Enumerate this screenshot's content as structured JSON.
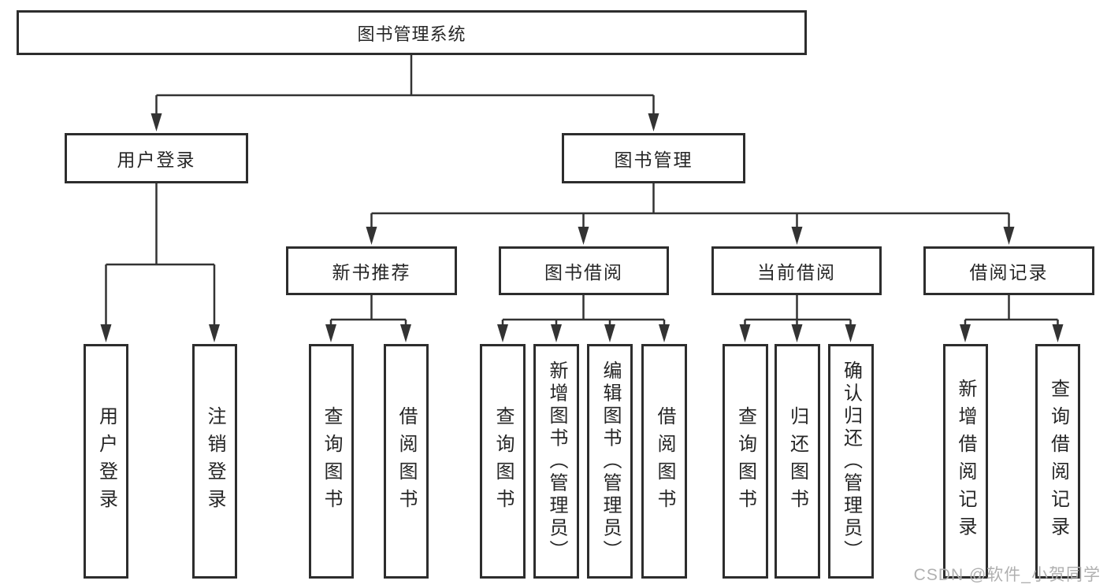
{
  "diagram": {
    "root": {
      "label": "图书管理系统"
    },
    "level2": [
      {
        "label": "用户登录",
        "children": [
          {
            "label": "用户登录"
          },
          {
            "label": "注销登录"
          }
        ]
      },
      {
        "label": "图书管理",
        "children": [
          {
            "label": "新书推荐",
            "children": [
              {
                "label": "查询图书"
              },
              {
                "label": "借阅图书"
              }
            ]
          },
          {
            "label": "图书借阅",
            "children": [
              {
                "label": "查询图书"
              },
              {
                "label": "新增图书（管理员）"
              },
              {
                "label": "编辑图书（管理员）"
              },
              {
                "label": "借阅图书"
              }
            ]
          },
          {
            "label": "当前借阅",
            "children": [
              {
                "label": "查询图书"
              },
              {
                "label": "归还图书"
              },
              {
                "label": "确认归还（管理员）"
              }
            ]
          },
          {
            "label": "借阅记录",
            "children": [
              {
                "label": "新增借阅记录"
              },
              {
                "label": "查询借阅记录"
              }
            ]
          }
        ]
      }
    ]
  },
  "watermark": {
    "text": "CSDN @软件_小贺同学"
  },
  "colors": {
    "line": "#333333",
    "box_border": "#2d2d2d",
    "text": "#262626",
    "watermark": "#b0b0b0",
    "background": "#ffffff"
  }
}
